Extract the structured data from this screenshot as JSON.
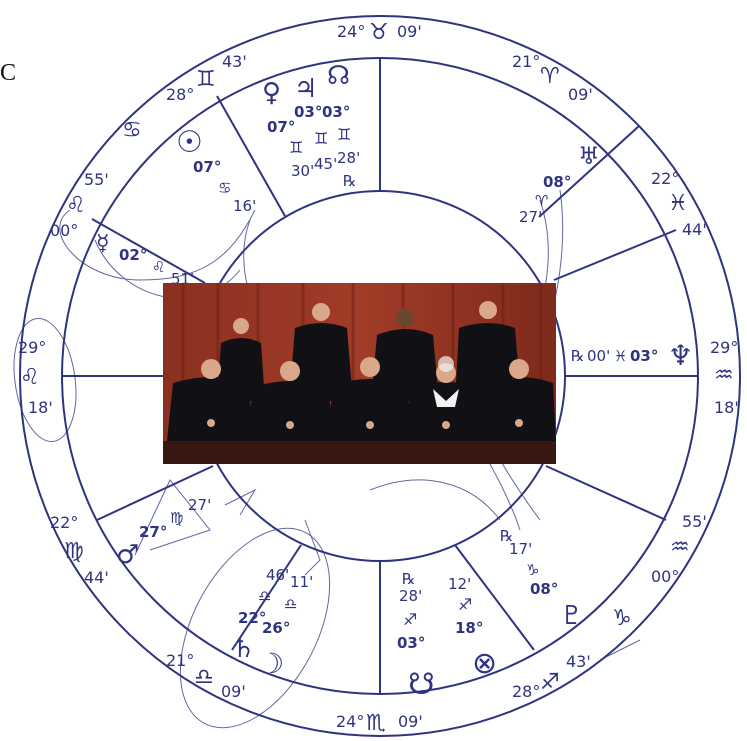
{
  "corner_label": "C",
  "colors": {
    "ink": "#2e3480",
    "curtain": "#8a3020",
    "robe": "#111115",
    "floor": "#3a1812"
  },
  "cusp_labels": [
    {
      "deg": "24°",
      "sign": "♉",
      "min": "09'"
    },
    {
      "deg": "21°",
      "sign": "♈",
      "min": "09'"
    },
    {
      "deg": "22°",
      "sign": "♓",
      "min": "44'"
    },
    {
      "deg": "29°",
      "sign": "♒",
      "min": "18'"
    },
    {
      "deg": "55'",
      "sign": "♒",
      "min": "00°"
    },
    {
      "deg": "28°",
      "sign": "♐",
      "min": "43'"
    },
    {
      "deg": "24°",
      "sign": "♏",
      "min": "09'"
    },
    {
      "deg": "21°",
      "sign": "♎",
      "min": "09'"
    },
    {
      "deg": "22°",
      "sign": "♍",
      "min": "44'"
    },
    {
      "deg": "29°",
      "sign": "♌",
      "min": "18'"
    },
    {
      "deg": "55'",
      "sign": "♌",
      "min": "00°"
    },
    {
      "deg": "28°",
      "sign": "♊",
      "min": "43'"
    }
  ],
  "planets": {
    "venus": {
      "glyph": "♀",
      "deg": "07°",
      "sign": "♊",
      "min": "30'"
    },
    "jupiter": {
      "glyph": "♃",
      "deg": "03°",
      "sign": "♊",
      "min": "45'"
    },
    "node_n": {
      "glyph": "☊",
      "deg": "03°",
      "sign": "♊",
      "min": "28'",
      "retro": "℞"
    },
    "sun": {
      "glyph": "☉",
      "deg": "07°",
      "sign": "♋",
      "min": "16'"
    },
    "mercury": {
      "glyph": "☿",
      "deg": "02°",
      "sign": "♌",
      "min": "51'"
    },
    "uranus": {
      "glyph": "♅",
      "deg": "08°",
      "sign": "♈",
      "min": "27'"
    },
    "neptune": {
      "glyph": "♆",
      "deg": "03°",
      "sign": "♓",
      "min": "00'",
      "retro": "℞"
    },
    "pluto": {
      "glyph": "♇",
      "deg": "08°",
      "sign": "♑",
      "min": "17'",
      "retro": "℞"
    },
    "fortune": {
      "glyph": "⊗",
      "deg": "18°",
      "sign": "♐",
      "min": "12'"
    },
    "node_s": {
      "glyph": "☋",
      "deg": "03°",
      "sign": "♐",
      "min": "28'",
      "retro": "℞"
    },
    "saturn": {
      "glyph": "♄",
      "deg": "22°",
      "sign": "♎",
      "min": "46'"
    },
    "moon": {
      "glyph": "☽",
      "deg": "26°",
      "sign": "♎",
      "min": "11'"
    },
    "mars": {
      "glyph": "♂",
      "deg": "27°",
      "sign": "♍",
      "min": "27'"
    }
  },
  "outer_signs": {
    "cap": "♑"
  }
}
